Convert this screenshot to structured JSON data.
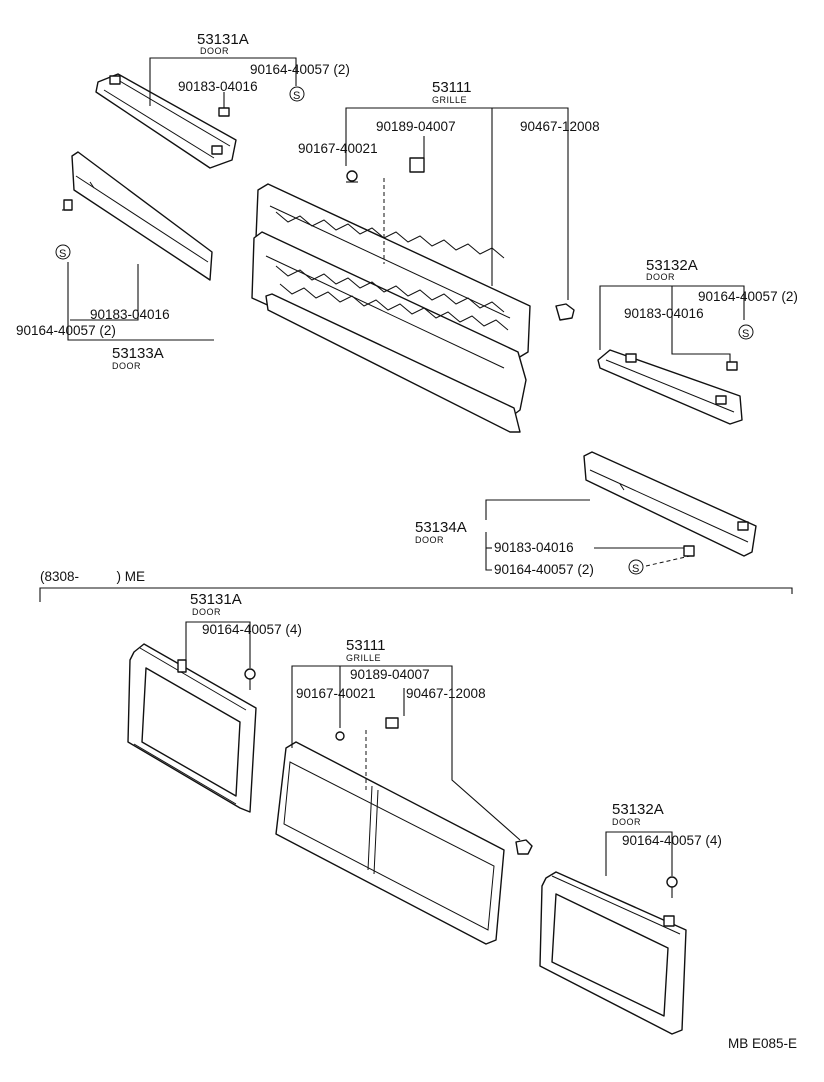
{
  "top_section": {
    "door_upper_left": {
      "part": "53131A",
      "desc": "DOOR",
      "bolt": "90164-40057 (2)",
      "nut": "90183-04016"
    },
    "grille": {
      "part": "53111",
      "desc": "GRILLE",
      "clip_a": "90189-04007",
      "screw": "90167-40021",
      "clip_b": "90467-12008"
    },
    "door_lower_left": {
      "part": "53133A",
      "desc": "DOOR",
      "nut": "90183-04016",
      "bolt": "90164-40057 (2)"
    },
    "door_right": {
      "part": "53132A",
      "desc": "DOOR",
      "bolt": "90164-40057 (2)",
      "nut": "90183-04016"
    },
    "door_bottom": {
      "part": "53134A",
      "desc": "DOOR",
      "nut": "90183-04016",
      "bolt": "90164-40057 (2)"
    },
    "s_mark": "S"
  },
  "me_section": {
    "header": "(8308-          ) ME",
    "door_left": {
      "part": "53131A",
      "desc": "DOOR",
      "bolt": "90164-40057 (4)"
    },
    "grille": {
      "part": "53111",
      "desc": "GRILLE",
      "clip_a": "90189-04007",
      "screw": "90167-40021",
      "clip_b": "90467-12008"
    },
    "door_right": {
      "part": "53132A",
      "desc": "DOOR",
      "bolt": "90164-40057 (4)"
    }
  },
  "diagram_id": "MB E085-E"
}
